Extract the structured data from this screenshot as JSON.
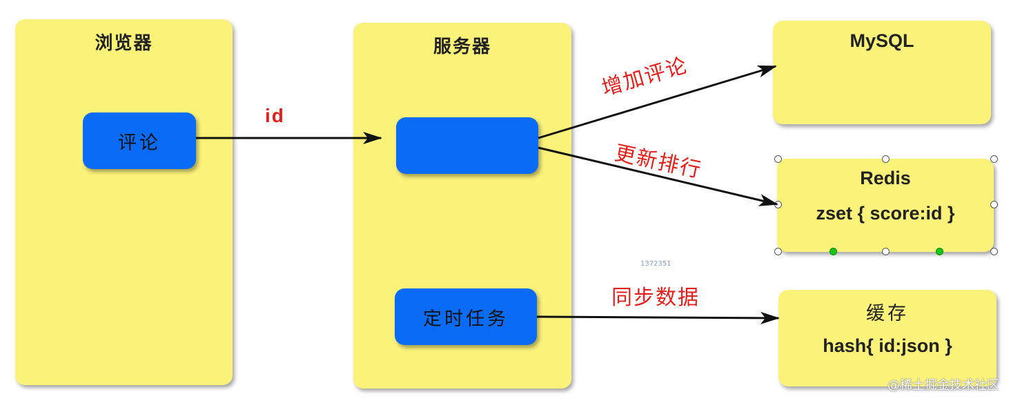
{
  "browser": {
    "title": "浏览器",
    "comment_button": "评论"
  },
  "server": {
    "title": "服务器",
    "handler_button": "",
    "cron_button": "定时任务"
  },
  "mysql": {
    "title": "MySQL"
  },
  "redis": {
    "title": "Redis",
    "content": "zset { score:id }"
  },
  "cache": {
    "title": "缓存",
    "content": "hash{ id:json }"
  },
  "edges": {
    "id_label": "id",
    "add_comment": "增加评论",
    "update_rank": "更新排行",
    "sync_data": "同步数据"
  },
  "colors": {
    "panel": "#fbf27a",
    "button": "#0a6cf5",
    "edge_label": "#e4201c"
  },
  "overlay": {
    "small_id": "1372351",
    "watermark": "@稀土掘金技术社区"
  }
}
